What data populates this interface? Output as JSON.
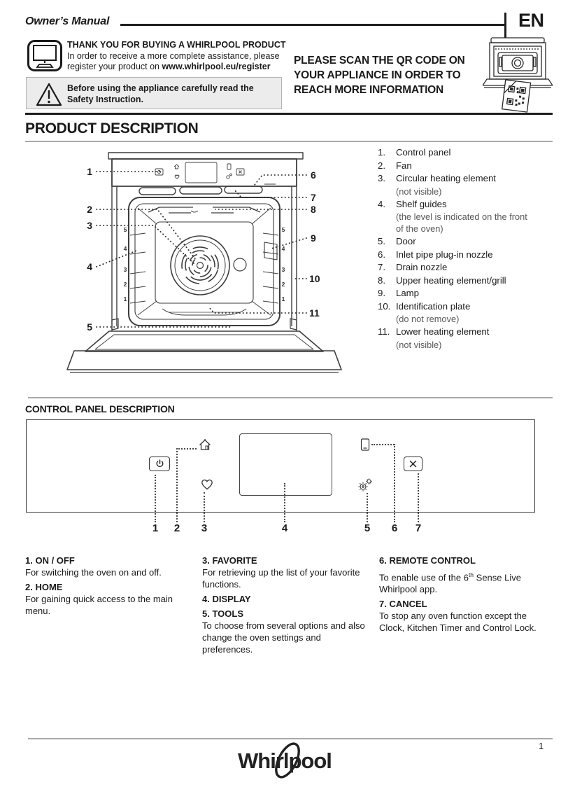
{
  "header": {
    "doc_title": "Owner’s Manual",
    "lang": "EN"
  },
  "intro": {
    "thanks_title": "THANK YOU FOR BUYING A  WHIRLPOOL PRODUCT",
    "thanks_line1": "In order to receive a more complete assistance, please",
    "thanks_line2_prefix": "register your product on ",
    "thanks_url": "www.whirlpool.eu/register",
    "warning_text": "Before using the appliance carefully read the Safety Instruction.",
    "qr_line1": "PLEASE SCAN THE QR CODE ON",
    "qr_line2": "YOUR APPLIANCE IN ORDER TO",
    "qr_line3": "REACH MORE INFORMATION"
  },
  "product": {
    "title": "PRODUCT DESCRIPTION",
    "items": [
      {
        "num": "1.",
        "label": "Control panel"
      },
      {
        "num": "2.",
        "label": "Fan"
      },
      {
        "num": "3.",
        "label": "Circular heating element",
        "note": "(not visible)"
      },
      {
        "num": "4.",
        "label": "Shelf guides",
        "note": "(the level is indicated on the front of the oven)"
      },
      {
        "num": "5.",
        "label": "Door"
      },
      {
        "num": "6.",
        "label": "Inlet pipe plug-in nozzle"
      },
      {
        "num": "7.",
        "label": "Drain nozzle"
      },
      {
        "num": "8.",
        "label": "Upper heating element/grill"
      },
      {
        "num": "9.",
        "label": "Lamp"
      },
      {
        "num": "10.",
        "label": "Identification plate",
        "note": "(do not remove)"
      },
      {
        "num": "11.",
        "label": "Lower heating element",
        "note": "(not visible)"
      }
    ],
    "callouts": {
      "c1": "1",
      "c2": "2",
      "c3": "3",
      "c4": "4",
      "c5": "5",
      "c6": "6",
      "c7": "7",
      "c8": "8",
      "c9": "9",
      "c10": "10",
      "c11": "11"
    },
    "shelf_levels": [
      "5",
      "4",
      "3",
      "2",
      "1"
    ]
  },
  "panel": {
    "title": "CONTROL PANEL DESCRIPTION",
    "numbers": {
      "n1": "1",
      "n2": "2",
      "n3": "3",
      "n4": "4",
      "n5": "5",
      "n6": "6",
      "n7": "7"
    },
    "icons": {
      "power": "power-icon",
      "home": "home-icon",
      "favorite": "heart-icon",
      "display": "display-screen",
      "tools": "gears-icon",
      "remote": "smartphone-icon",
      "cancel": "x-icon"
    }
  },
  "legend": {
    "col1": [
      {
        "title": "1. ON / OFF",
        "body": "For switching the oven on and off."
      },
      {
        "title": "2. HOME",
        "body": "For gaining quick access to the main menu."
      }
    ],
    "col2": [
      {
        "title": "3. FAVORITE",
        "body": "For retrieving up the list of your favorite functions."
      },
      {
        "title": "4. DISPLAY",
        "body": ""
      },
      {
        "title": "5. TOOLS",
        "body": "To choose from several options and also change the oven settings and preferences."
      }
    ],
    "col3_remote": {
      "title": "6. REMOTE CONTROL",
      "body_pre": "To enable use of the 6",
      "body_sup": "th",
      "body_post": " Sense Live Whirlpool app."
    },
    "col3_cancel": {
      "title": "7. CANCEL",
      "body": "To stop any oven function except the Clock, Kitchen Timer and Control Lock."
    }
  },
  "footer": {
    "brand": "Whirlpool",
    "page_number": "1"
  }
}
